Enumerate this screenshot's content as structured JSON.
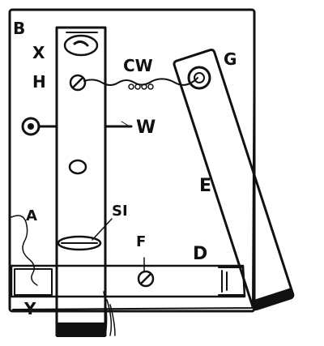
{
  "labels": {
    "B": "B",
    "X": "X",
    "H": "H",
    "CW": "CW",
    "G": "G",
    "W": "W",
    "E": "E",
    "A": "A",
    "SI": "SI",
    "F": "F",
    "D": "D",
    "Y": "Y"
  }
}
